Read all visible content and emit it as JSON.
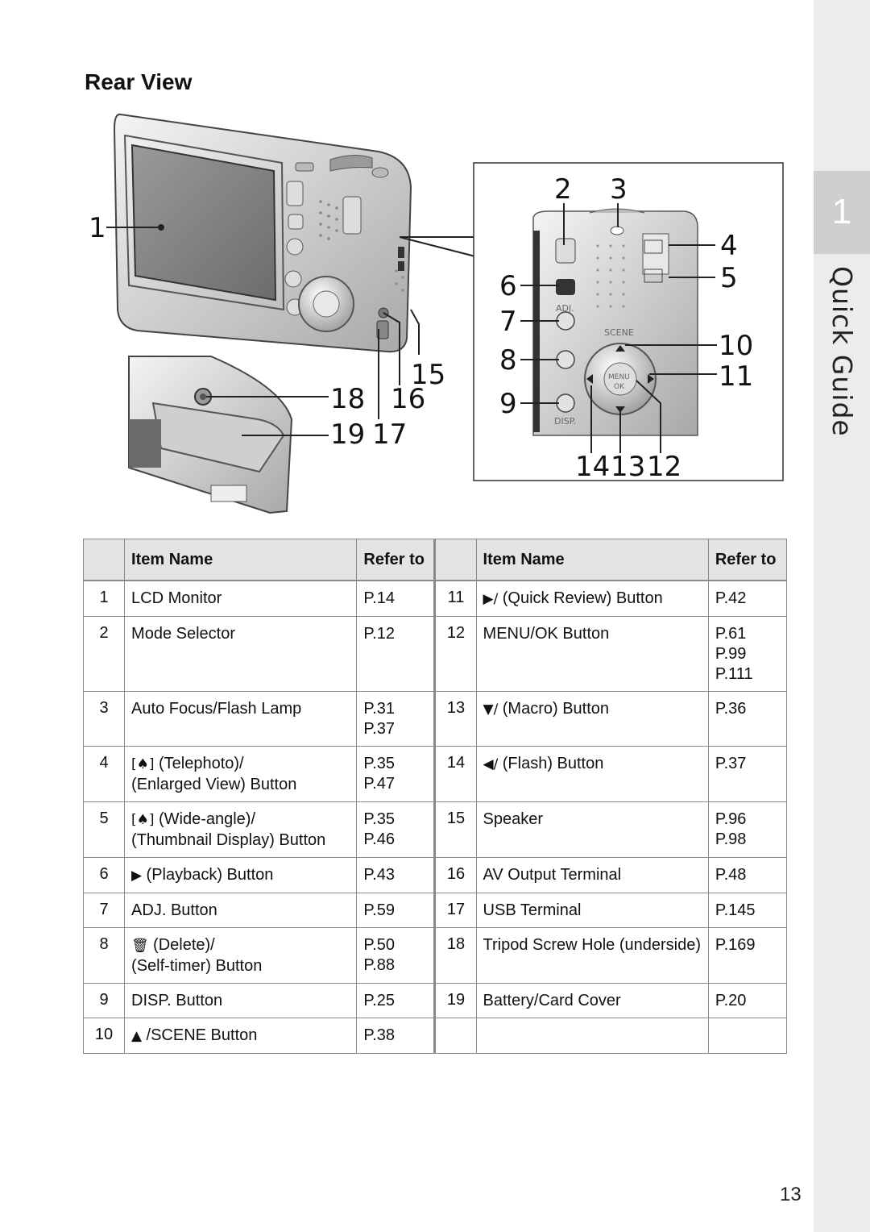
{
  "page": {
    "title": "Rear View",
    "page_number": "13",
    "side_tab": {
      "number": "1",
      "label": "Quick Guide"
    }
  },
  "figure": {
    "callouts": [
      "1",
      "2",
      "3",
      "4",
      "5",
      "6",
      "7",
      "8",
      "9",
      "10",
      "11",
      "12",
      "13",
      "14",
      "15",
      "16",
      "17",
      "18",
      "19"
    ],
    "camera_labels": {
      "adj": "ADJ.",
      "scene": "SCENE",
      "disp": "DISP.",
      "menu": "MENU",
      "ok": "OK"
    }
  },
  "table": {
    "headers": {
      "item_name": "Item Name",
      "refer_to": "Refer to"
    },
    "left": [
      {
        "num": "1",
        "icon": "",
        "lines": [
          "LCD Monitor"
        ],
        "refs": [
          "P.14"
        ]
      },
      {
        "num": "2",
        "icon": "",
        "lines": [
          "Mode Selector"
        ],
        "refs": [
          "P.12"
        ]
      },
      {
        "num": "3",
        "icon": "",
        "lines": [
          "Auto Focus/Flash Lamp"
        ],
        "refs": [
          "P.31",
          "P.37"
        ]
      },
      {
        "num": "4",
        "icon": "telephoto-icon",
        "lines": [
          "(Telephoto)/",
          "(Enlarged View) Button"
        ],
        "refs": [
          "P.35",
          "P.47"
        ]
      },
      {
        "num": "5",
        "icon": "wide-angle-icon",
        "lines": [
          "(Wide-angle)/",
          "(Thumbnail Display) Button"
        ],
        "refs": [
          "P.35",
          "P.46"
        ]
      },
      {
        "num": "6",
        "icon": "playback-icon",
        "lines": [
          "(Playback) Button"
        ],
        "refs": [
          "P.43"
        ]
      },
      {
        "num": "7",
        "icon": "",
        "lines": [
          "ADJ. Button"
        ],
        "refs": [
          "P.59"
        ]
      },
      {
        "num": "8",
        "icon": "delete-icon",
        "lines": [
          "(Delete)/",
          "(Self-timer) Button"
        ],
        "refs": [
          "P.50",
          "P.88"
        ]
      },
      {
        "num": "9",
        "icon": "",
        "lines": [
          "DISP. Button"
        ],
        "refs": [
          "P.25"
        ]
      },
      {
        "num": "10",
        "icon": "up-arrow-icon",
        "lines": [
          "/SCENE Button"
        ],
        "refs": [
          "P.38"
        ]
      }
    ],
    "right": [
      {
        "num": "11",
        "icon": "right-arrow-icon",
        "lines": [
          "(Quick Review) Button"
        ],
        "refs": [
          "P.42"
        ]
      },
      {
        "num": "12",
        "icon": "",
        "lines": [
          "MENU/OK Button"
        ],
        "refs": [
          "P.61",
          "P.99",
          "P.111"
        ]
      },
      {
        "num": "13",
        "icon": "down-arrow-icon",
        "lines": [
          "(Macro) Button"
        ],
        "refs": [
          "P.36"
        ]
      },
      {
        "num": "14",
        "icon": "left-arrow-icon",
        "lines": [
          "(Flash) Button"
        ],
        "refs": [
          "P.37"
        ]
      },
      {
        "num": "15",
        "icon": "",
        "lines": [
          "Speaker"
        ],
        "refs": [
          "P.96",
          "P.98"
        ]
      },
      {
        "num": "16",
        "icon": "",
        "lines": [
          "AV Output Terminal"
        ],
        "refs": [
          "P.48"
        ]
      },
      {
        "num": "17",
        "icon": "",
        "lines": [
          "USB Terminal"
        ],
        "refs": [
          "P.145"
        ]
      },
      {
        "num": "18",
        "icon": "",
        "lines": [
          "Tripod Screw Hole (underside)"
        ],
        "refs": [
          "P.169"
        ]
      },
      {
        "num": "19",
        "icon": "",
        "lines": [
          "Battery/Card Cover"
        ],
        "refs": [
          "P.20"
        ]
      },
      {
        "num": "",
        "icon": "",
        "lines": [],
        "refs": []
      }
    ]
  }
}
